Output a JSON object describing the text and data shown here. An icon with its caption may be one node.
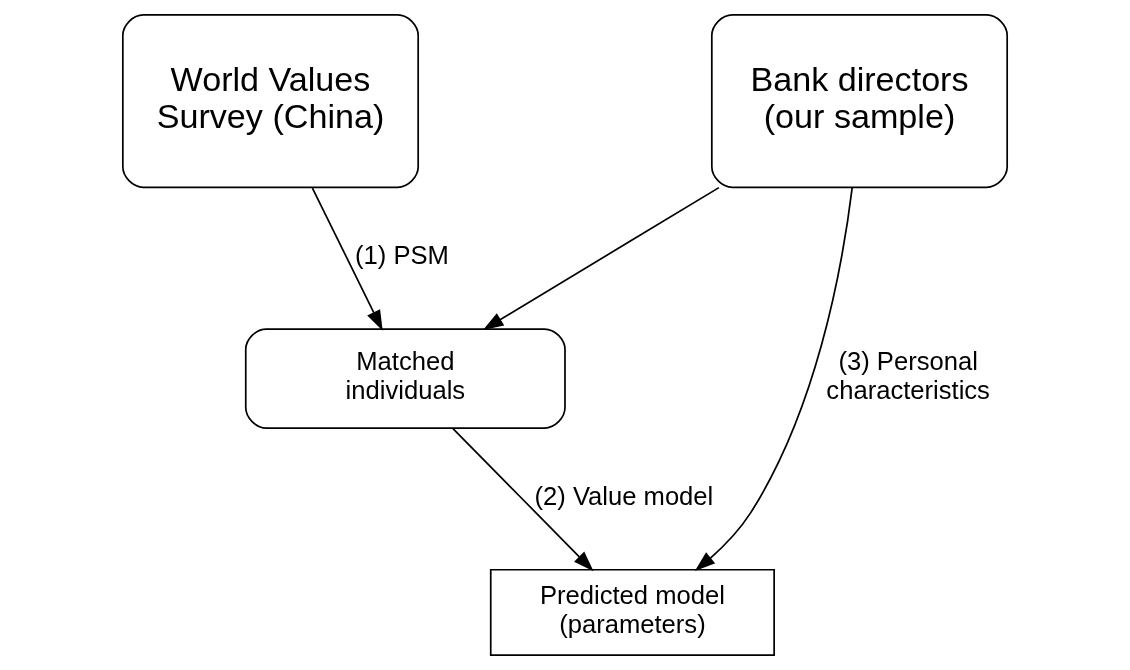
{
  "diagram": {
    "nodes": [
      {
        "text": [
          "World Values Survey (China)"
        ]
      },
      {
        "text": [
          "Bank directors (our sample)"
        ]
      },
      {
        "text": [
          "Matched individuals"
        ]
      },
      {
        "text": [
          "Predicted model (parameters)"
        ]
      }
    ],
    "edges": [
      {
        "from": 0,
        "to": 2,
        "arrow": "to",
        "label": "(1) PSM"
      },
      {
        "from": 1,
        "to": 2,
        "arrow": "to"
      },
      {
        "from": 2,
        "to": 3,
        "arrow": "to",
        "label": "(2) Value model"
      },
      {
        "from": 1,
        "to": 3,
        "arrow": "to",
        "label": "(3) Personal characteristics"
      }
    ]
  }
}
